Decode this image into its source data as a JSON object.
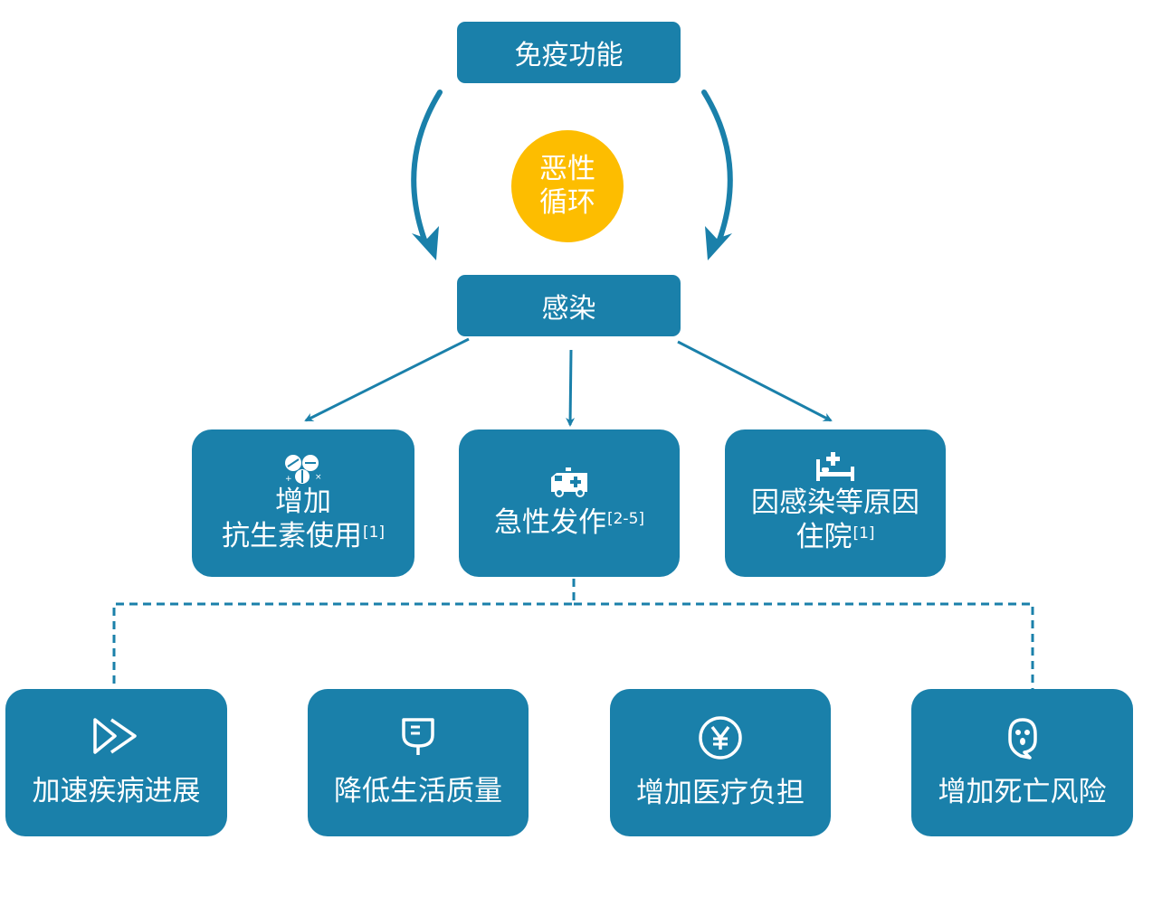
{
  "immune": "免疫功能",
  "cycle": {
    "line1": "恶性",
    "line2": "循环"
  },
  "infection": "感染",
  "effects": [
    {
      "line1": "增加",
      "line2": "抗生素使用",
      "ref": "[1]",
      "icon": "pills-icon"
    },
    {
      "line1": "急性发作",
      "ref": "[2-5]",
      "icon": "ambulance-icon"
    },
    {
      "line1": "因感染等原因",
      "line2": "住院",
      "ref": "[1]",
      "icon": "hospital-bed-icon"
    }
  ],
  "outcomes": [
    {
      "label": "加速疾病进展",
      "icon": "fast-forward-icon"
    },
    {
      "label": "降低生活质量",
      "icon": "iv-bag-icon"
    },
    {
      "label": "增加医疗负担",
      "icon": "yuan-coin-icon"
    },
    {
      "label": "增加死亡风险",
      "icon": "ghost-icon"
    }
  ],
  "colors": {
    "box": "#1a80aa",
    "circle": "#fdbd00",
    "arrow": "#1a80aa"
  }
}
